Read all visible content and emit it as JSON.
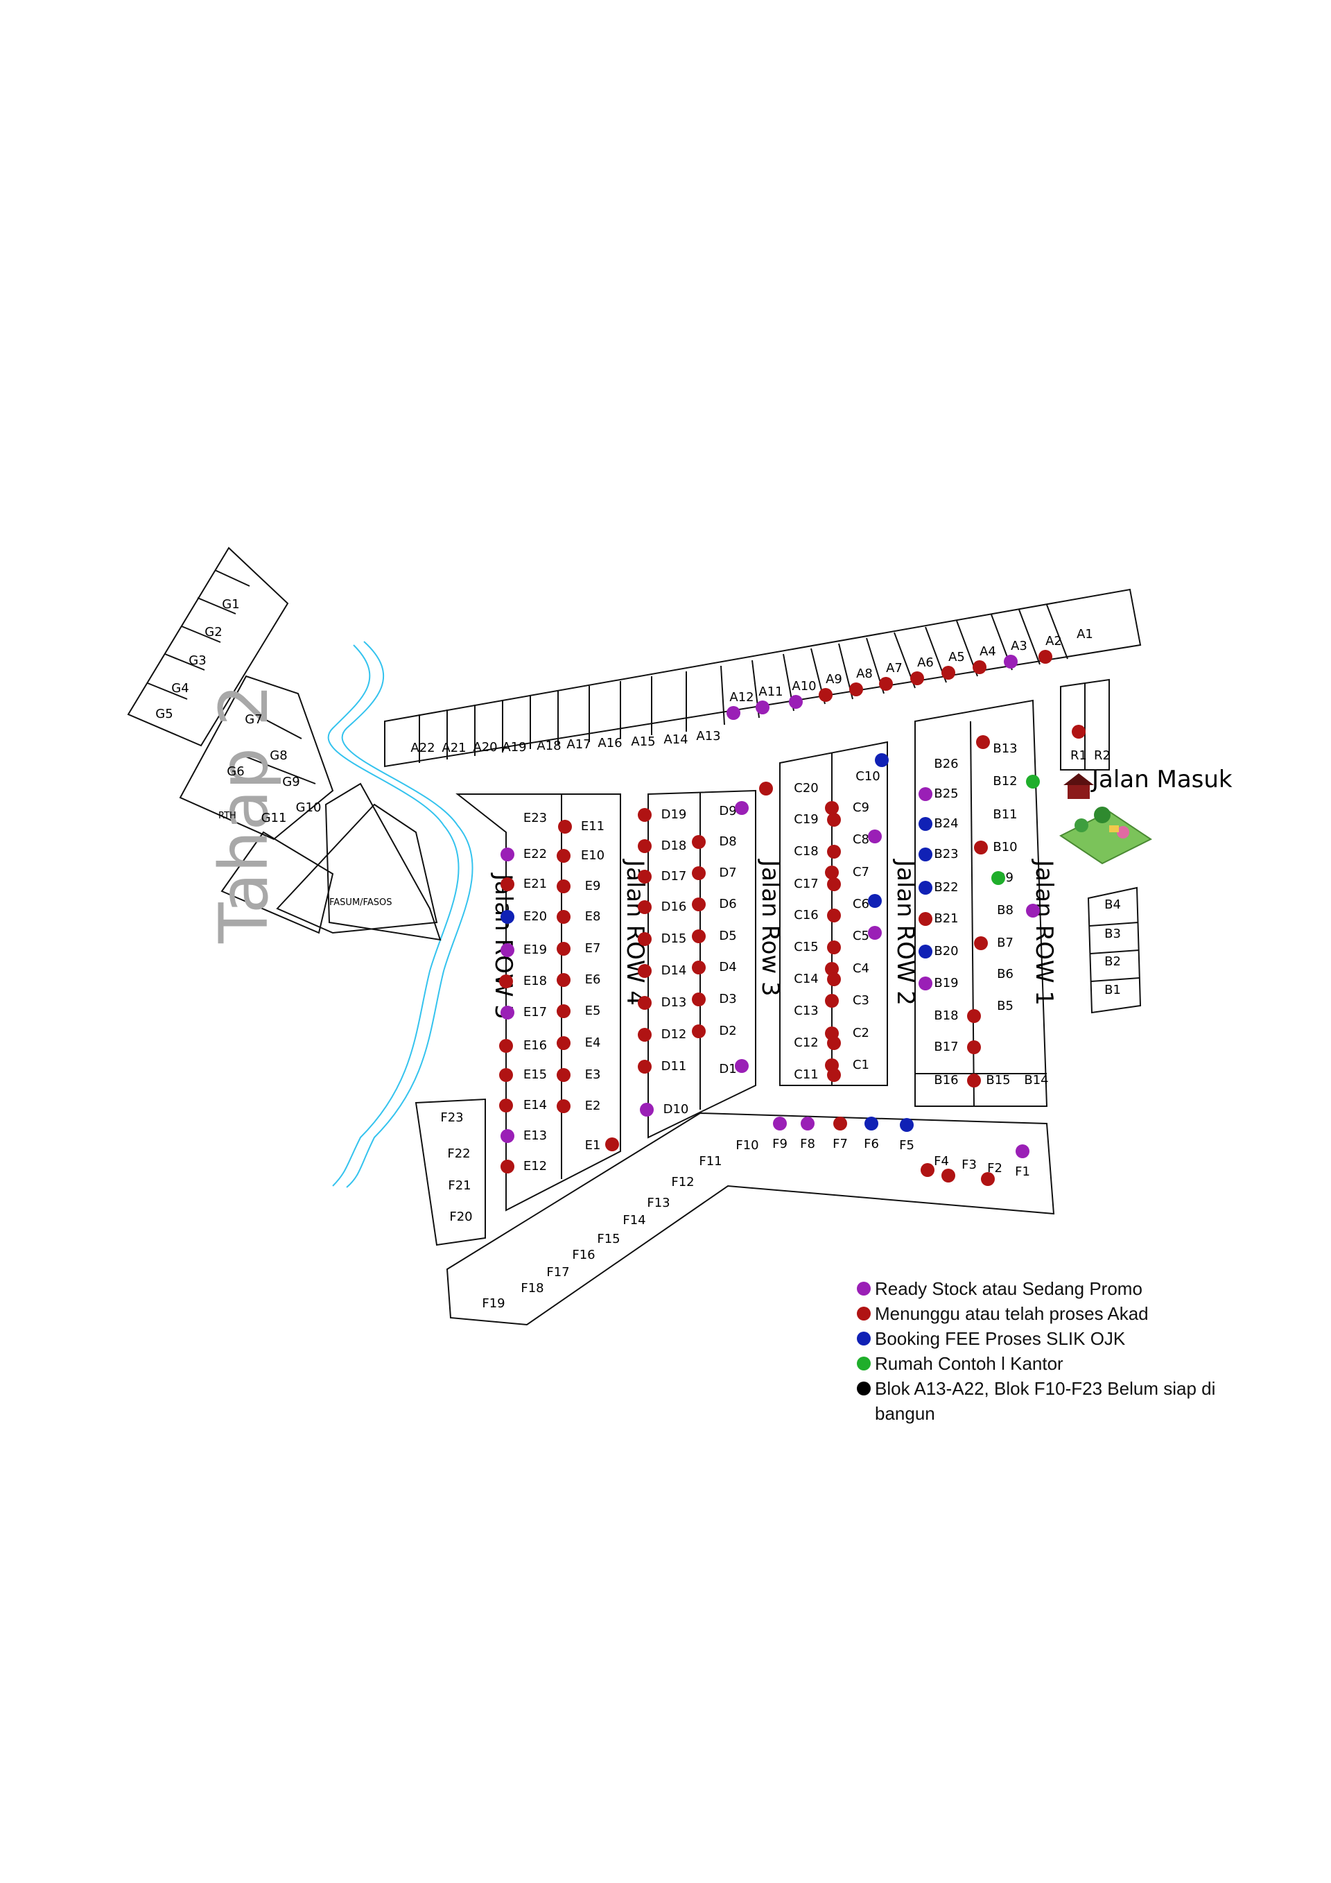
{
  "colors": {
    "ready": "#9a1fb6",
    "akad": "#b01313",
    "booking": "#1021b5",
    "contoh": "#1fae2b",
    "belum": "#000000",
    "river": "#35c3ee"
  },
  "map": {
    "phase_label": "Tahap 2",
    "entrance_label": "Jalan Masuk",
    "roads": [
      "Jalan ROW 1",
      "Jalan ROW 2",
      "Jalan Row 3",
      "Jalan ROW 4",
      "Jalan ROW 5"
    ],
    "areas": {
      "fasum": "FASUM/FASOS",
      "rth": "RTH"
    }
  },
  "lots": {
    "A": [
      {
        "id": "A1",
        "status": "none"
      },
      {
        "id": "A2",
        "status": "akad"
      },
      {
        "id": "A3",
        "status": "ready"
      },
      {
        "id": "A4",
        "status": "akad"
      },
      {
        "id": "A5",
        "status": "akad"
      },
      {
        "id": "A6",
        "status": "akad"
      },
      {
        "id": "A7",
        "status": "akad"
      },
      {
        "id": "A8",
        "status": "akad"
      },
      {
        "id": "A9",
        "status": "akad"
      },
      {
        "id": "A10",
        "status": "ready"
      },
      {
        "id": "A11",
        "status": "ready"
      },
      {
        "id": "A12",
        "status": "ready"
      },
      {
        "id": "A13",
        "status": "none"
      },
      {
        "id": "A14",
        "status": "none"
      },
      {
        "id": "A15",
        "status": "none"
      },
      {
        "id": "A16",
        "status": "none"
      },
      {
        "id": "A17",
        "status": "none"
      },
      {
        "id": "A18",
        "status": "none"
      },
      {
        "id": "A19",
        "status": "none"
      },
      {
        "id": "A20",
        "status": "none"
      },
      {
        "id": "A21",
        "status": "none"
      },
      {
        "id": "A22",
        "status": "none"
      }
    ],
    "R": [
      {
        "id": "R1",
        "status": "akad"
      },
      {
        "id": "R2",
        "status": "none"
      }
    ],
    "B": [
      {
        "id": "B13",
        "status": "akad"
      },
      {
        "id": "B12",
        "status": "contoh"
      },
      {
        "id": "B11",
        "status": "none"
      },
      {
        "id": "B10",
        "status": "akad"
      },
      {
        "id": "B9",
        "status": "contoh"
      },
      {
        "id": "B8",
        "status": "ready"
      },
      {
        "id": "B7",
        "status": "akad"
      },
      {
        "id": "B6",
        "status": "none"
      },
      {
        "id": "B5",
        "status": "none"
      },
      {
        "id": "B26",
        "status": "none"
      },
      {
        "id": "B25",
        "status": "ready"
      },
      {
        "id": "B24",
        "status": "booking"
      },
      {
        "id": "B23",
        "status": "booking"
      },
      {
        "id": "B22",
        "status": "booking"
      },
      {
        "id": "B21",
        "status": "akad"
      },
      {
        "id": "B20",
        "status": "booking"
      },
      {
        "id": "B19",
        "status": "ready"
      },
      {
        "id": "B18",
        "status": "akad"
      },
      {
        "id": "B17",
        "status": "akad"
      },
      {
        "id": "B16",
        "status": "akad"
      },
      {
        "id": "B15",
        "status": "none"
      },
      {
        "id": "B14",
        "status": "none"
      },
      {
        "id": "B4",
        "status": "none"
      },
      {
        "id": "B3",
        "status": "none"
      },
      {
        "id": "B2",
        "status": "none"
      },
      {
        "id": "B1",
        "status": "none"
      }
    ],
    "C": [
      {
        "id": "C10",
        "status": "booking"
      },
      {
        "id": "C9",
        "status": "akad"
      },
      {
        "id": "C8",
        "status": "ready"
      },
      {
        "id": "C7",
        "status": "akad"
      },
      {
        "id": "C6",
        "status": "booking"
      },
      {
        "id": "C5",
        "status": "ready"
      },
      {
        "id": "C4",
        "status": "akad"
      },
      {
        "id": "C3",
        "status": "akad"
      },
      {
        "id": "C2",
        "status": "akad"
      },
      {
        "id": "C1",
        "status": "akad"
      },
      {
        "id": "C20",
        "status": "akad"
      },
      {
        "id": "C19",
        "status": "akad"
      },
      {
        "id": "C18",
        "status": "akad"
      },
      {
        "id": "C17",
        "status": "akad"
      },
      {
        "id": "C16",
        "status": "akad"
      },
      {
        "id": "C15",
        "status": "akad"
      },
      {
        "id": "C14",
        "status": "akad"
      },
      {
        "id": "C13",
        "status": "none"
      },
      {
        "id": "C12",
        "status": "akad"
      },
      {
        "id": "C11",
        "status": "akad"
      }
    ],
    "D": [
      {
        "id": "D9",
        "status": "ready"
      },
      {
        "id": "D8",
        "status": "akad"
      },
      {
        "id": "D7",
        "status": "akad"
      },
      {
        "id": "D6",
        "status": "akad"
      },
      {
        "id": "D5",
        "status": "akad"
      },
      {
        "id": "D4",
        "status": "akad"
      },
      {
        "id": "D3",
        "status": "akad"
      },
      {
        "id": "D2",
        "status": "akad"
      },
      {
        "id": "D1",
        "status": "ready"
      },
      {
        "id": "D19",
        "status": "akad"
      },
      {
        "id": "D18",
        "status": "akad"
      },
      {
        "id": "D17",
        "status": "akad"
      },
      {
        "id": "D16",
        "status": "akad"
      },
      {
        "id": "D15",
        "status": "akad"
      },
      {
        "id": "D14",
        "status": "akad"
      },
      {
        "id": "D13",
        "status": "akad"
      },
      {
        "id": "D12",
        "status": "akad"
      },
      {
        "id": "D11",
        "status": "akad"
      },
      {
        "id": "D10",
        "status": "ready"
      }
    ],
    "E": [
      {
        "id": "E11",
        "status": "akad"
      },
      {
        "id": "E10",
        "status": "akad"
      },
      {
        "id": "E9",
        "status": "akad"
      },
      {
        "id": "E8",
        "status": "akad"
      },
      {
        "id": "E7",
        "status": "akad"
      },
      {
        "id": "E6",
        "status": "akad"
      },
      {
        "id": "E5",
        "status": "akad"
      },
      {
        "id": "E4",
        "status": "akad"
      },
      {
        "id": "E3",
        "status": "akad"
      },
      {
        "id": "E2",
        "status": "akad"
      },
      {
        "id": "E1",
        "status": "akad"
      },
      {
        "id": "E23",
        "status": "none"
      },
      {
        "id": "E22",
        "status": "ready"
      },
      {
        "id": "E21",
        "status": "akad"
      },
      {
        "id": "E20",
        "status": "booking"
      },
      {
        "id": "E19",
        "status": "ready"
      },
      {
        "id": "E18",
        "status": "akad"
      },
      {
        "id": "E17",
        "status": "ready"
      },
      {
        "id": "E16",
        "status": "akad"
      },
      {
        "id": "E15",
        "status": "akad"
      },
      {
        "id": "E14",
        "status": "akad"
      },
      {
        "id": "E13",
        "status": "ready"
      },
      {
        "id": "E12",
        "status": "akad"
      }
    ],
    "F": [
      {
        "id": "F1",
        "status": "ready"
      },
      {
        "id": "F2",
        "status": "akad"
      },
      {
        "id": "F3",
        "status": "akad"
      },
      {
        "id": "F4",
        "status": "akad"
      },
      {
        "id": "F5",
        "status": "booking"
      },
      {
        "id": "F6",
        "status": "booking"
      },
      {
        "id": "F7",
        "status": "akad"
      },
      {
        "id": "F8",
        "status": "ready"
      },
      {
        "id": "F9",
        "status": "ready"
      },
      {
        "id": "F10",
        "status": "none"
      },
      {
        "id": "F11",
        "status": "none"
      },
      {
        "id": "F12",
        "status": "none"
      },
      {
        "id": "F13",
        "status": "none"
      },
      {
        "id": "F14",
        "status": "none"
      },
      {
        "id": "F15",
        "status": "none"
      },
      {
        "id": "F16",
        "status": "none"
      },
      {
        "id": "F17",
        "status": "none"
      },
      {
        "id": "F18",
        "status": "none"
      },
      {
        "id": "F19",
        "status": "none"
      },
      {
        "id": "F20",
        "status": "none"
      },
      {
        "id": "F21",
        "status": "none"
      },
      {
        "id": "F22",
        "status": "none"
      },
      {
        "id": "F23",
        "status": "none"
      }
    ],
    "G": [
      {
        "id": "G1",
        "status": "none"
      },
      {
        "id": "G2",
        "status": "none"
      },
      {
        "id": "G3",
        "status": "none"
      },
      {
        "id": "G4",
        "status": "none"
      },
      {
        "id": "G5",
        "status": "none"
      },
      {
        "id": "G6",
        "status": "none"
      },
      {
        "id": "G7",
        "status": "none"
      },
      {
        "id": "G8",
        "status": "none"
      },
      {
        "id": "G9",
        "status": "none"
      },
      {
        "id": "G10",
        "status": "none"
      },
      {
        "id": "G11",
        "status": "none"
      }
    ]
  },
  "legend": {
    "items": [
      {
        "key": "ready",
        "label": "Ready Stock atau Sedang Promo"
      },
      {
        "key": "akad",
        "label": "Menunggu atau telah proses Akad"
      },
      {
        "key": "booking",
        "label": "Booking FEE Proses SLIK OJK"
      },
      {
        "key": "contoh",
        "label": "Rumah Contoh l Kantor"
      },
      {
        "key": "belum",
        "label": "Blok A13-A22, Blok F10-F23 Belum siap di bangun"
      }
    ]
  }
}
